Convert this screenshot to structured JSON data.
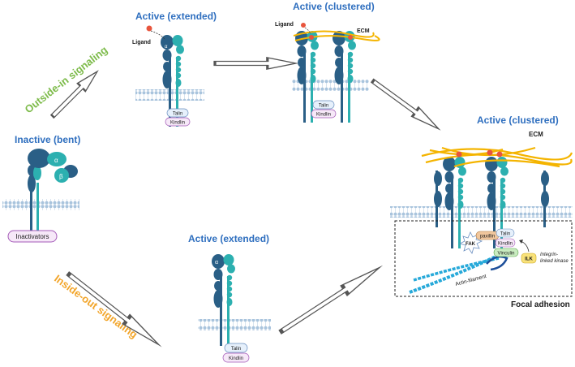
{
  "titles": {
    "inactive": "Inactive (bent)",
    "active_extended_top": "Active (extended)",
    "active_clustered_top": "Active (clustered)",
    "active_extended_bottom": "Active (extended)",
    "active_clustered_right": "Active (clustered)"
  },
  "pathways": {
    "outside_in": "Outside-in signaling",
    "inside_out": "Inside-out signaling"
  },
  "labels": {
    "ligand": "Ligand",
    "ecm": "ECM",
    "alpha": "α",
    "beta": "β",
    "talin": "Talin",
    "kindlin": "Kindlin",
    "inactivators": "Inactivators",
    "paxillin": "paxillin",
    "vinculin": "Vinculin",
    "fak": "FAK",
    "ilk": "ILK",
    "integrin_linked_kinase_1": "Integrin-",
    "integrin_linked_kinase_2": "linked kinase",
    "actin_filament": "Actin-filament",
    "focal_adhesion": "Focal adhesion"
  },
  "colors": {
    "title_blue": "#2f6fbf",
    "outside_in_green": "#7dbb4a",
    "inside_out_orange": "#f2a52a",
    "alpha_subunit": "#2a5f86",
    "beta_subunit": "#2cb0b0",
    "ecm_fiber": "#f4b400",
    "ligand": "#e8553d",
    "membrane": "#a9c4dd",
    "talin_fill": "#e6f0fb",
    "kindlin_fill": "#f6e8f8",
    "kindlin_border": "#a45ab8",
    "paxillin_fill": "#f1c79d",
    "vinculin_fill": "#c9ecc0",
    "ilk_fill": "#f9e27a",
    "actin": "#27a9d9"
  }
}
